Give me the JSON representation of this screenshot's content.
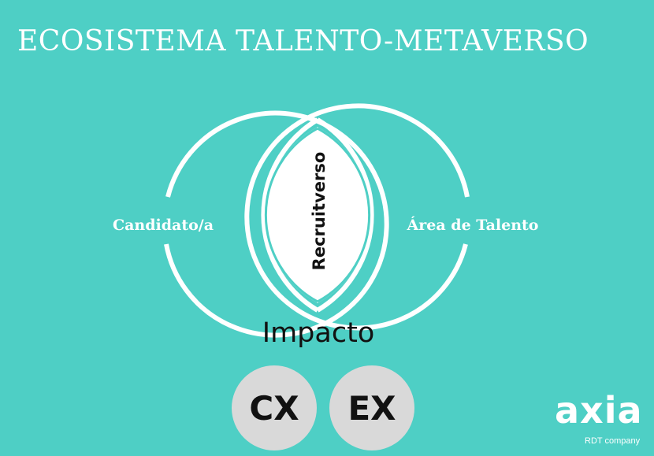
{
  "title": "ECOSISTEMA TALENTO-METAVERSO",
  "diagram": {
    "left_circle_label": "Candidato/a",
    "right_circle_label": "Área de Talento",
    "intersection_label": "Recruitverso"
  },
  "impact": {
    "label": "Impacto",
    "badges": [
      "CX",
      "EX"
    ]
  },
  "logo": {
    "wordmark": "axia",
    "tagline": "RDT company"
  },
  "colors": {
    "background": "#4ecfc5",
    "stroke": "#ffffff",
    "badge_fill": "#d9d9d9",
    "text_dark": "#111111"
  }
}
